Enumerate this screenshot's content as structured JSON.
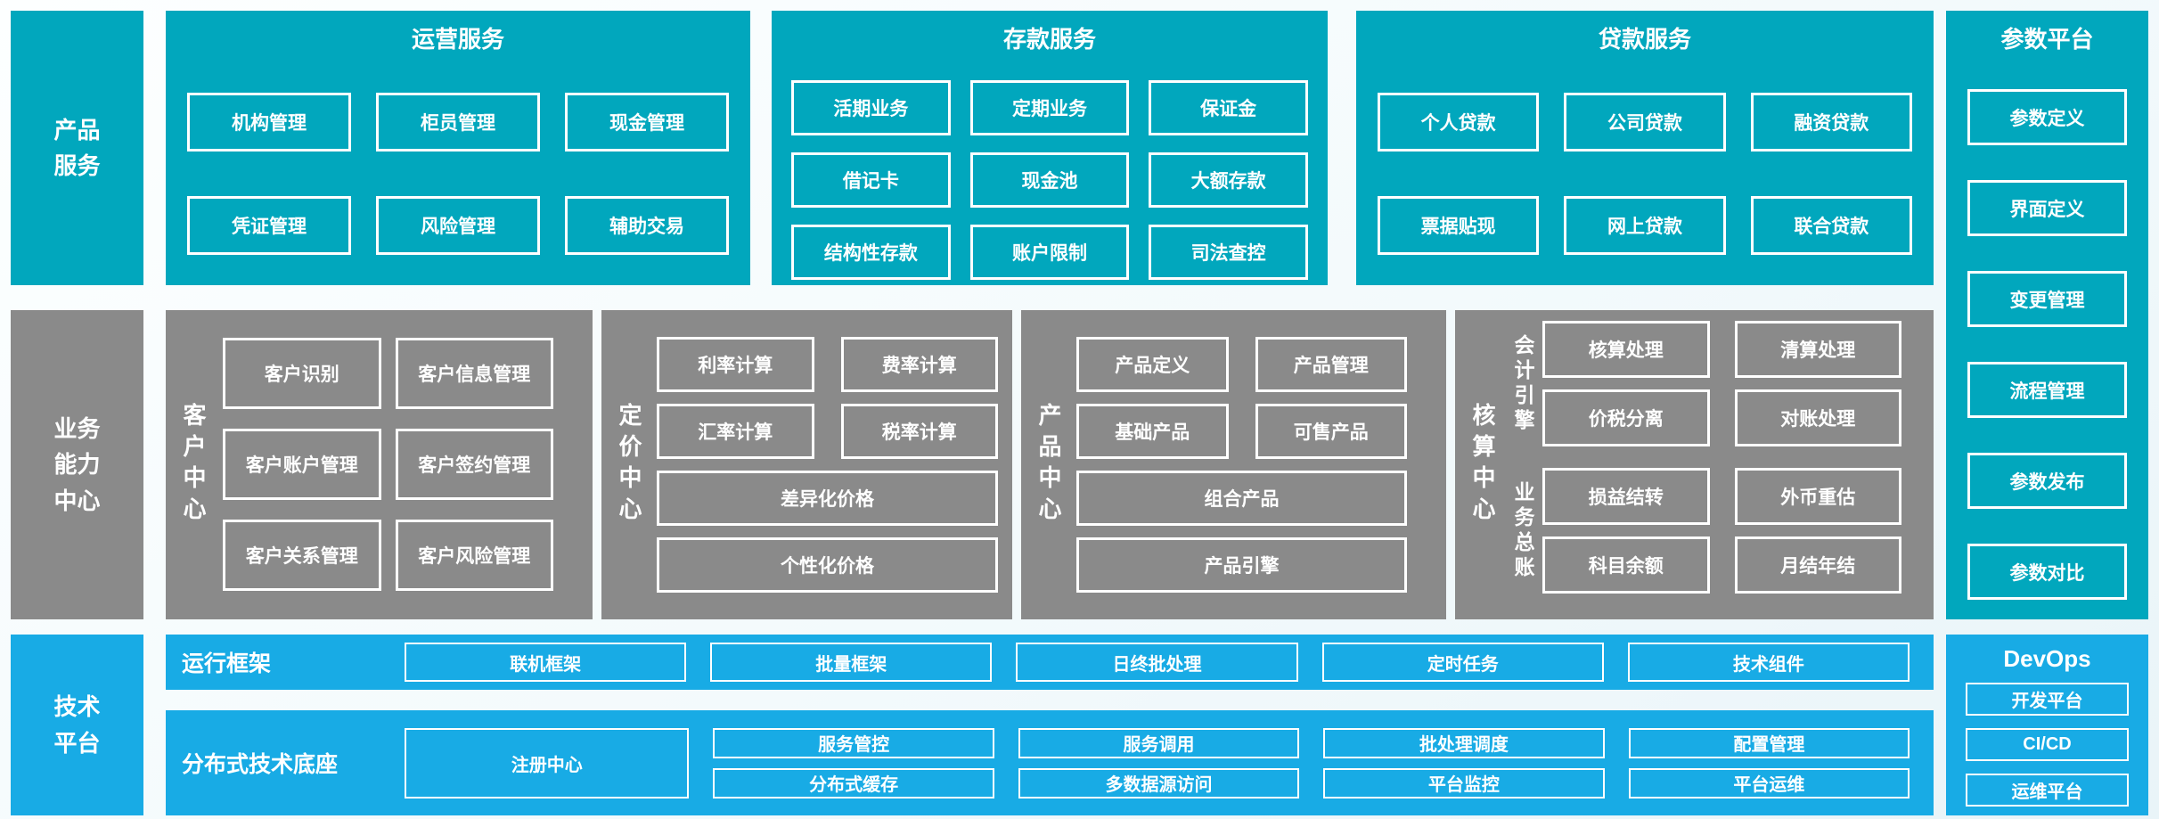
{
  "product": {
    "sidebar": "产品服务",
    "ops": {
      "title": "运营服务",
      "boxes": [
        "机构管理",
        "柜员管理",
        "现金管理",
        "凭证管理",
        "风险管理",
        "辅助交易"
      ]
    },
    "deposit": {
      "title": "存款服务",
      "boxes": [
        "活期业务",
        "定期业务",
        "保证金",
        "借记卡",
        "现金池",
        "大额存款",
        "结构性存款",
        "账户限制",
        "司法查控"
      ]
    },
    "loan": {
      "title": "贷款服务",
      "boxes": [
        "个人贷款",
        "公司贷款",
        "融资贷款",
        "票据贴现",
        "网上贷款",
        "联合贷款"
      ]
    }
  },
  "params": {
    "title": "参数平台",
    "boxes": [
      "参数定义",
      "界面定义",
      "变更管理",
      "流程管理",
      "参数发布",
      "参数对比"
    ]
  },
  "business": {
    "sidebar": "业务能力中心",
    "customer": {
      "label": "客户中心",
      "boxes": [
        "客户识别",
        "客户信息管理",
        "客户账户管理",
        "客户签约管理",
        "客户关系管理",
        "客户风险管理"
      ]
    },
    "pricing": {
      "label": "定价中心",
      "boxes": [
        "利率计算",
        "费率计算",
        "汇率计算",
        "税率计算"
      ],
      "wide": [
        "差异化价格",
        "个性化价格"
      ]
    },
    "product_center": {
      "label": "产品中心",
      "boxes": [
        "产品定义",
        "产品管理",
        "基础产品",
        "可售产品"
      ],
      "wide": [
        "组合产品",
        "产品引擎"
      ]
    },
    "accounting": {
      "label": "核算中心",
      "engine": {
        "label": "会计引擎",
        "boxes": [
          "核算处理",
          "清算处理",
          "价税分离",
          "对账处理"
        ]
      },
      "ledger": {
        "label": "业务总账",
        "boxes": [
          "损益结转",
          "外币重估",
          "科目余额",
          "月结年结"
        ]
      }
    }
  },
  "tech": {
    "sidebar": "技术平台",
    "runtime": {
      "label": "运行框架",
      "boxes": [
        "联机框架",
        "批量框架",
        "日终批处理",
        "定时任务",
        "技术组件"
      ]
    },
    "base": {
      "label": "分布式技术底座",
      "registry": "注册中心",
      "cols": [
        [
          "服务管控",
          "分布式缓存"
        ],
        [
          "服务调用",
          "多数据源访问"
        ],
        [
          "批处理调度",
          "平台监控"
        ],
        [
          "配置管理",
          "平台运维"
        ]
      ]
    }
  },
  "devops": {
    "title": "DevOps",
    "boxes": [
      "开发平台",
      "CI/CD",
      "运维平台"
    ]
  },
  "colors": {
    "teal": "#01a7bd",
    "gray": "#8a8a8a",
    "blue": "#18abe5",
    "box_border": "#ffffff",
    "text": "#ffffff"
  }
}
